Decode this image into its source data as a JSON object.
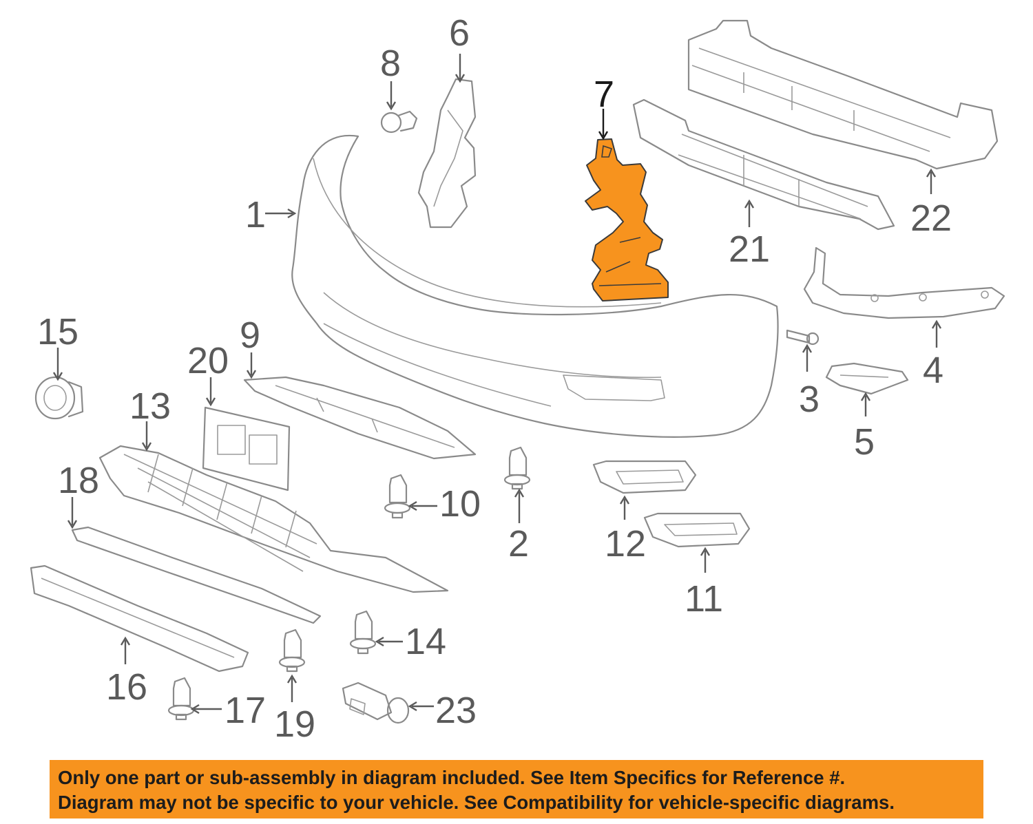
{
  "diagram": {
    "highlight_color": "#f7931e",
    "highlighted_part": "7",
    "labels": {
      "l1": "1",
      "l2": "2",
      "l3": "3",
      "l4": "4",
      "l5": "5",
      "l6": "6",
      "l7": "7",
      "l8": "8",
      "l9": "9",
      "l10": "10",
      "l11": "11",
      "l12": "12",
      "l13": "13",
      "l14": "14",
      "l15": "15",
      "l16": "16",
      "l17": "17",
      "l18": "18",
      "l19": "19",
      "l20": "20",
      "l21": "21",
      "l22": "22",
      "l23": "23"
    }
  },
  "notice": {
    "line1": "Only one part or sub-assembly in diagram included. See Item Specifics for Reference #.",
    "line2": "Diagram may not be specific to your vehicle. See Compatibility for vehicle-specific diagrams."
  }
}
